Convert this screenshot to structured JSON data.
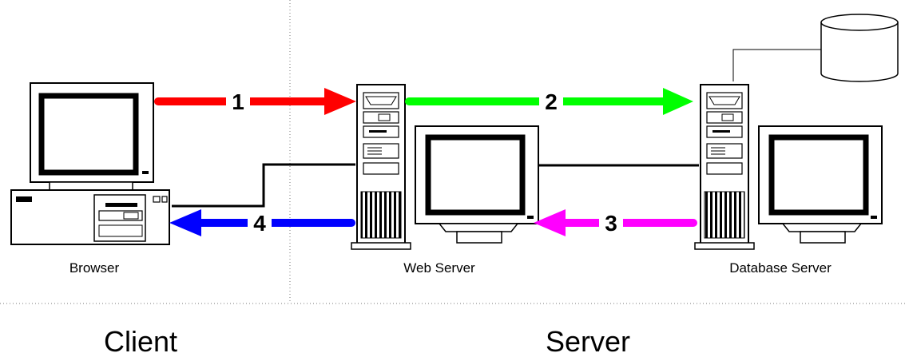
{
  "nodes": {
    "browser": "Browser",
    "web_server": "Web Server",
    "database_server": "Database Server"
  },
  "zones": {
    "client": "Client",
    "server": "Server"
  },
  "steps": [
    {
      "number": "1",
      "color": "#ff0000"
    },
    {
      "number": "2",
      "color": "#00ff00"
    },
    {
      "number": "3",
      "color": "#ff00ff"
    },
    {
      "number": "4",
      "color": "#0000ff"
    }
  ]
}
